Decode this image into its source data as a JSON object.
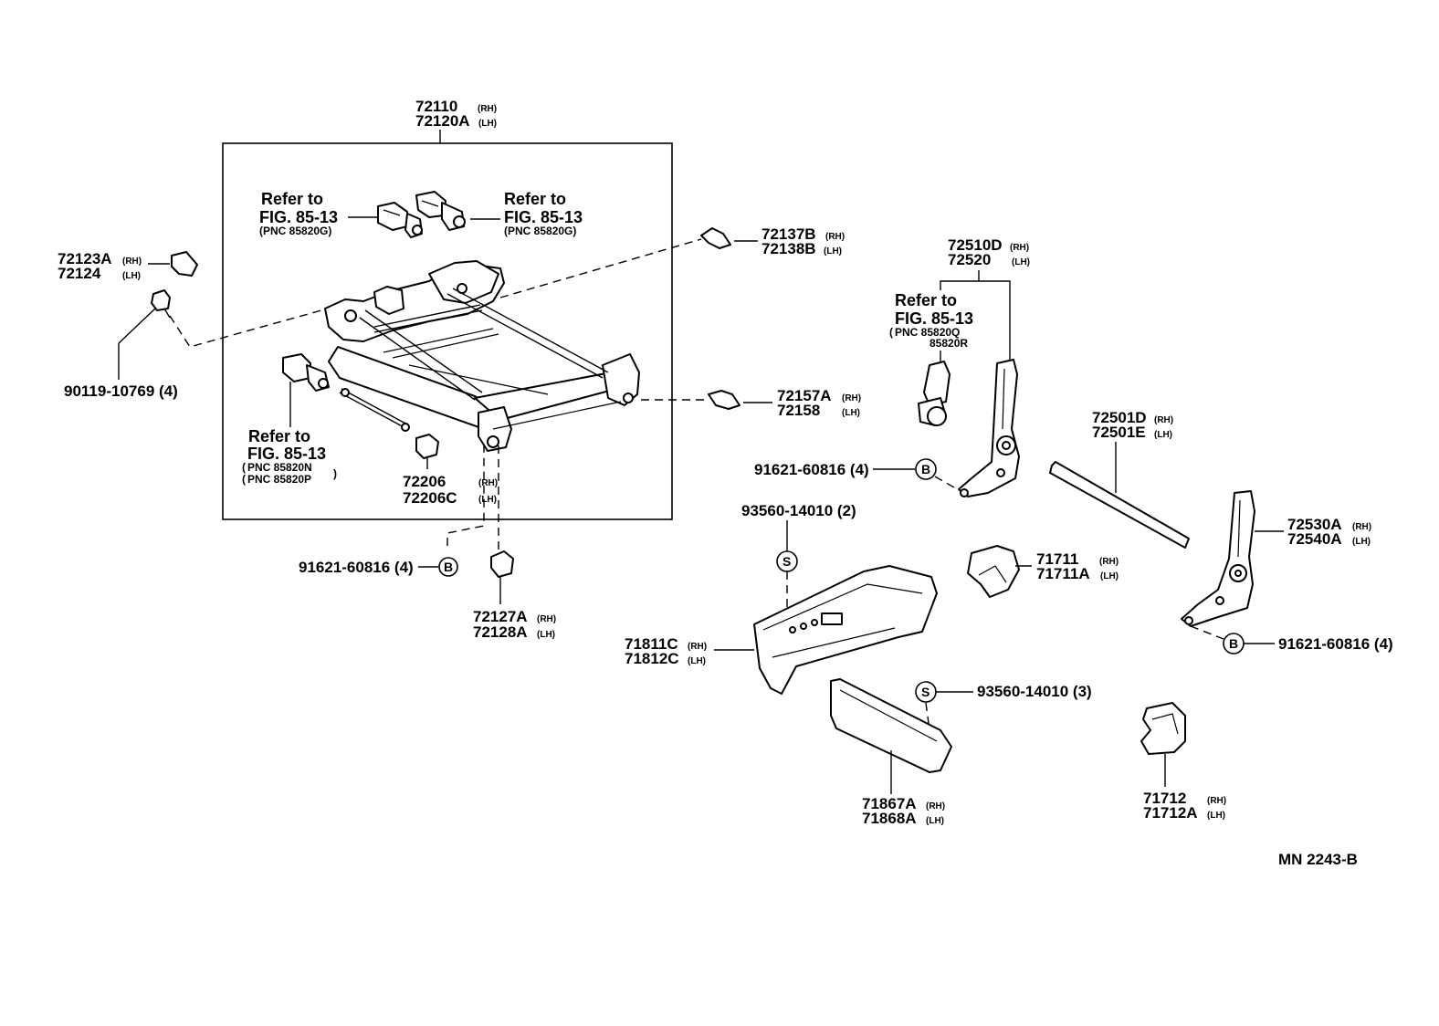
{
  "frame_assembly": {
    "pn_rh": "72110",
    "pn_lh": "72120A",
    "rh": "(RH)",
    "lh": "(LH)"
  },
  "motor_ref_top_left": {
    "refer": "Refer to",
    "fig": "FIG. 85-13",
    "pnc": "(PNC  85820G)"
  },
  "motor_ref_top_right": {
    "refer": "Refer to",
    "fig": "FIG. 85-13",
    "pnc": "(PNC  85820G)"
  },
  "motor_ref_bottom_left": {
    "refer": "Refer to",
    "fig": "FIG. 85-13",
    "pnc1": "PNC  85820N",
    "pnc2": "PNC 85820P"
  },
  "motor_ref_recliner": {
    "refer": "Refer to",
    "fig": "FIG. 85-13",
    "pnc1": "PNC  85820Q",
    "pnc2": "85820R"
  },
  "part_72123": {
    "pn_rh": "72123A",
    "pn_lh": "72124",
    "rh": "(RH)",
    "lh": "(LH)"
  },
  "part_90119": {
    "label": "90119-10769 (4)"
  },
  "part_72137": {
    "pn_rh": "72137B",
    "pn_lh": "72138B",
    "rh": "(RH)",
    "lh": "(LH)"
  },
  "part_72157": {
    "pn_rh": "72157A",
    "pn_lh": "72158",
    "rh": "(RH)",
    "lh": "(LH)"
  },
  "part_72206": {
    "pn_rh": "72206",
    "pn_lh": "72206C",
    "rh": "(RH)",
    "lh": "(LH)"
  },
  "part_91621_left": {
    "label": "91621-60816 (4)",
    "symbol": "B"
  },
  "part_72127": {
    "pn_rh": "72127A",
    "pn_lh": "72128A",
    "rh": "(RH)",
    "lh": "(LH)"
  },
  "part_72510": {
    "pn_rh": "72510D",
    "pn_lh": "72520",
    "rh": "(RH)",
    "lh": "(LH)"
  },
  "part_91621_mid": {
    "label": "91621-60816 (4)",
    "symbol": "B"
  },
  "part_72501": {
    "pn_rh": "72501D",
    "pn_lh": "72501E",
    "rh": "(RH)",
    "lh": "(LH)"
  },
  "part_93560_a": {
    "label": "93560-14010 (2)",
    "symbol": "S"
  },
  "part_71711": {
    "pn_rh": "71711",
    "pn_lh": "71711A",
    "rh": "(RH)",
    "lh": "(LH)"
  },
  "part_72530": {
    "pn_rh": "72530A",
    "pn_lh": "72540A",
    "rh": "(RH)",
    "lh": "(LH)"
  },
  "part_71811": {
    "pn_rh": "71811C",
    "pn_lh": "71812C",
    "rh": "(RH)",
    "lh": "(LH)"
  },
  "part_91621_right": {
    "label": "91621-60816 (4)",
    "symbol": "B"
  },
  "part_93560_b": {
    "label": "93560-14010 (3)",
    "symbol": "S"
  },
  "part_71867": {
    "pn_rh": "71867A",
    "pn_lh": "71868A",
    "rh": "(RH)",
    "lh": "(LH)"
  },
  "part_71712": {
    "pn_rh": "71712",
    "pn_lh": "71712A",
    "rh": "(RH)",
    "lh": "(LH)"
  },
  "drawing_code": "MN  2243-B"
}
